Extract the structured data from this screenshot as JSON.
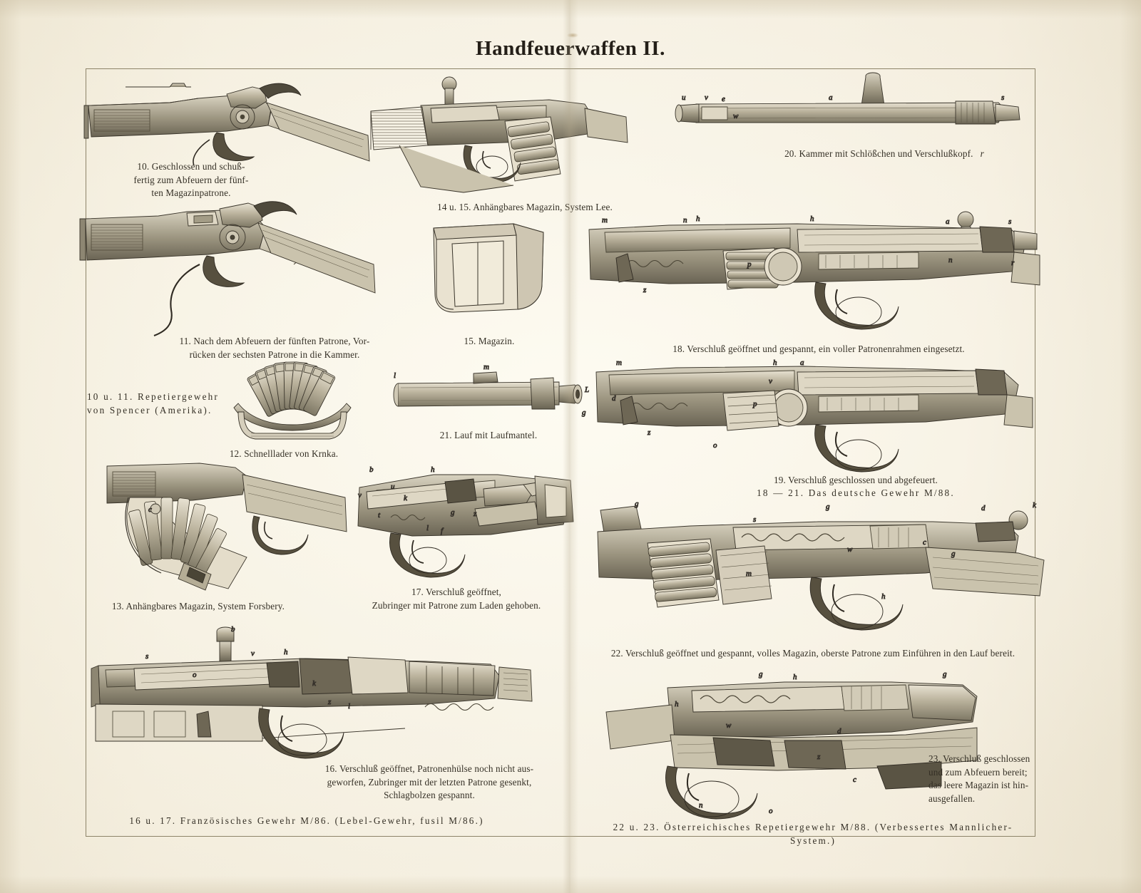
{
  "plate": {
    "title": "Handfeuerwaffen II.",
    "paper_color": "#f2ecdc",
    "ink_color": "#2e2a22",
    "frame_color": "#8d8469"
  },
  "figures": [
    {
      "id": "fig-10",
      "number": "10.",
      "caption": "10.  Geschlossen und schuß-\nfertig zum Abfeuern der fünf-\nten Magazinpatrone.",
      "align": "center"
    },
    {
      "id": "fig-11",
      "number": "11.",
      "caption": "11.  Nach dem Abfeuern der fünften Patrone, Vor-\nrücken der sechsten Patrone in die Kammer.",
      "align": "center"
    },
    {
      "id": "fig-10-11-group",
      "number": "10 u. 11.",
      "caption": "10 u. 11.  Repetiergewehr\nvon Spencer (Amerika).",
      "align": "left"
    },
    {
      "id": "fig-12",
      "number": "12.",
      "caption": "12.  Schnelllader von Krnka.",
      "align": "center"
    },
    {
      "id": "fig-13",
      "number": "13.",
      "caption": "13. Anhängbares Magazin, System Forsbery.",
      "align": "center"
    },
    {
      "id": "fig-14-15",
      "number": "14 u. 15.",
      "caption": "14 u. 15.  Anhängbares Magazin, System Lee.",
      "align": "center"
    },
    {
      "id": "fig-15",
      "number": "15.",
      "caption": "15.  Magazin.",
      "align": "center"
    },
    {
      "id": "fig-21",
      "number": "21.",
      "caption": "21.  Lauf mit Laufmantel.",
      "align": "center"
    },
    {
      "id": "fig-17",
      "number": "17.",
      "caption": "17.  Verschluß geöffnet,\nZubringer mit Patrone zum Laden gehoben.",
      "align": "center"
    },
    {
      "id": "fig-16",
      "number": "16.",
      "caption": "16.  Verschluß geöffnet, Patronenhülse noch nicht aus-\ngeworfen, Zubringer mit der letzten Patrone gesenkt,\nSchlagbolzen gespannt.",
      "align": "center"
    },
    {
      "id": "fig-16-17-group",
      "number": "16 u. 17.",
      "caption": "16 u. 17.  Französisches Gewehr M/86.   (Lebel-Gewehr, fusil M/86.)",
      "align": "center"
    },
    {
      "id": "fig-20",
      "number": "20.",
      "caption": "20.  Kammer mit Schlößchen und Verschlußkopf.",
      "align": "center"
    },
    {
      "id": "fig-18",
      "number": "18.",
      "caption": "18.  Verschluß geöffnet und gespannt, ein voller Patronenrahmen eingesetzt.",
      "align": "center"
    },
    {
      "id": "fig-19",
      "number": "19.",
      "caption": "19.  Verschluß geschlossen und abgefeuert.",
      "align": "center"
    },
    {
      "id": "fig-18-21-group",
      "number": "18 — 21.",
      "caption": "18 — 21.  Das deutsche Gewehr M/88.",
      "align": "center"
    },
    {
      "id": "fig-22",
      "number": "22.",
      "caption": "22.  Verschluß geöffnet und gespannt, volles Magazin, oberste Patrone zum Einführen in den Lauf bereit.",
      "align": "center"
    },
    {
      "id": "fig-23",
      "number": "23.",
      "caption": "23.  Verschluß geschlossen\nund zum Abfeuern bereit;\ndas leere Magazin ist hin-\nausgefallen.",
      "align": "left"
    },
    {
      "id": "fig-22-23-group",
      "number": "22 u. 23.",
      "caption": "22 u. 23.  Österreichisches Repetiergewehr M/88.   (Verbessertes Mannlicher-System.)",
      "align": "center"
    }
  ],
  "part_labels": {
    "fig20": [
      "v",
      "e",
      "u",
      "w",
      "a",
      "s",
      "r"
    ],
    "fig18": [
      "m",
      "n",
      "h",
      "h",
      "a",
      "s",
      "p",
      "n",
      "r",
      "z"
    ],
    "fig19": [
      "m",
      "h",
      "a",
      "v",
      "p",
      "d",
      "z",
      "o"
    ],
    "fig21": [
      "l",
      "m",
      "g",
      "L"
    ],
    "fig17": [
      "b",
      "h",
      "v",
      "u",
      "k",
      "t",
      "g",
      "z",
      "l",
      "f"
    ],
    "fig16": [
      "b",
      "h",
      "s",
      "v",
      "o",
      "k",
      "z",
      "l"
    ],
    "fig22": [
      "g",
      "g",
      "g",
      "d",
      "k",
      "s",
      "w",
      "c",
      "g",
      "m",
      "h"
    ],
    "fig23": [
      "g",
      "g",
      "h",
      "h",
      "w",
      "d",
      "z",
      "c",
      "n",
      "o"
    ],
    "fig13": [
      "c"
    ]
  }
}
